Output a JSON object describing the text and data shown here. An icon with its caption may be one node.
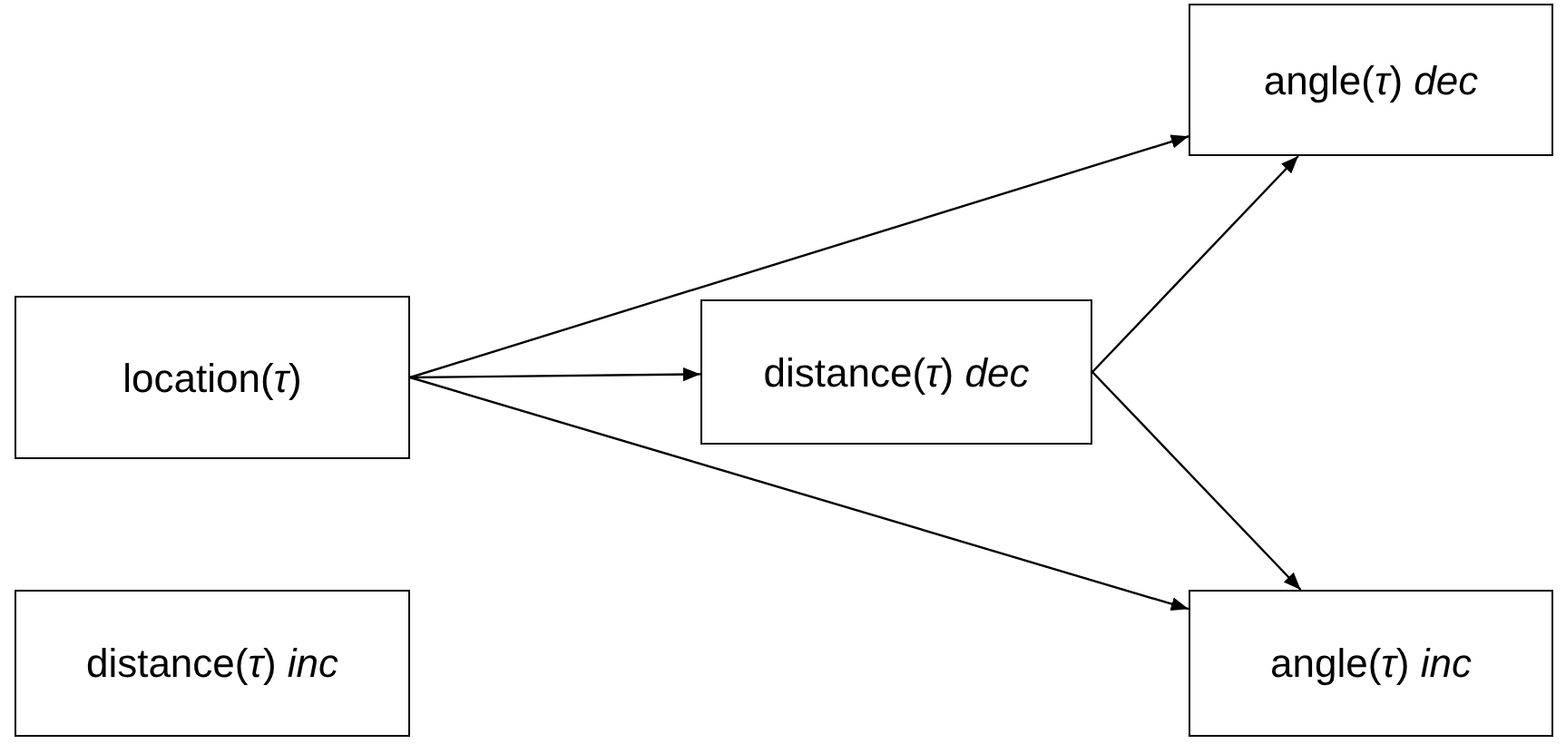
{
  "diagram": {
    "nodes": [
      {
        "text": [
          "location(*τ*)"
        ]
      },
      {
        "text": [
          "distance(*τ*) *dec*"
        ]
      },
      {
        "text": [
          "angle(*τ*) *dec*"
        ]
      },
      {
        "text": [
          "angle(*τ*) *inc*"
        ]
      },
      {
        "text": [
          "distance(*τ*) *inc*"
        ]
      }
    ],
    "edges": [
      {
        "from": 0,
        "to": 2,
        "arrow": "to"
      },
      {
        "from": 0,
        "to": 1,
        "arrow": "to"
      },
      {
        "from": 0,
        "to": 3,
        "arrow": "to"
      },
      {
        "from": 1,
        "to": 2,
        "arrow": "to"
      },
      {
        "from": 1,
        "to": 3,
        "arrow": "to"
      }
    ]
  }
}
